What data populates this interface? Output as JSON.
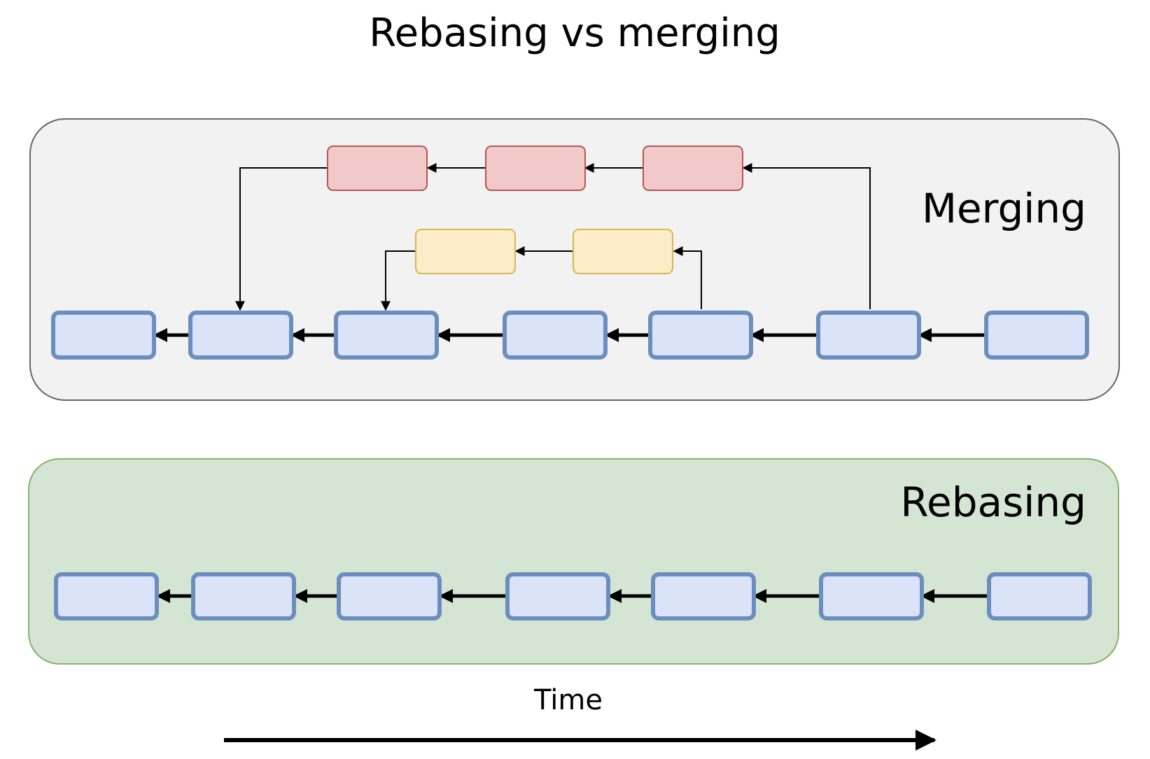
{
  "title": "Rebasing vs merging",
  "panels": {
    "merging": {
      "label": "Merging",
      "background": "#f2f2f2",
      "border": "#666666"
    },
    "rebasing": {
      "label": "Rebasing",
      "background": "#d5e5d3",
      "border": "#82b366"
    }
  },
  "timeline": {
    "label": "Time"
  },
  "colors": {
    "main_commit_fill": "#dae3f8",
    "main_commit_stroke": "#6c8ebf",
    "branch_a_fill": "#f1c9c8",
    "branch_a_stroke": "#b85450",
    "branch_b_fill": "#fcedc8",
    "branch_b_stroke": "#d6b656"
  }
}
